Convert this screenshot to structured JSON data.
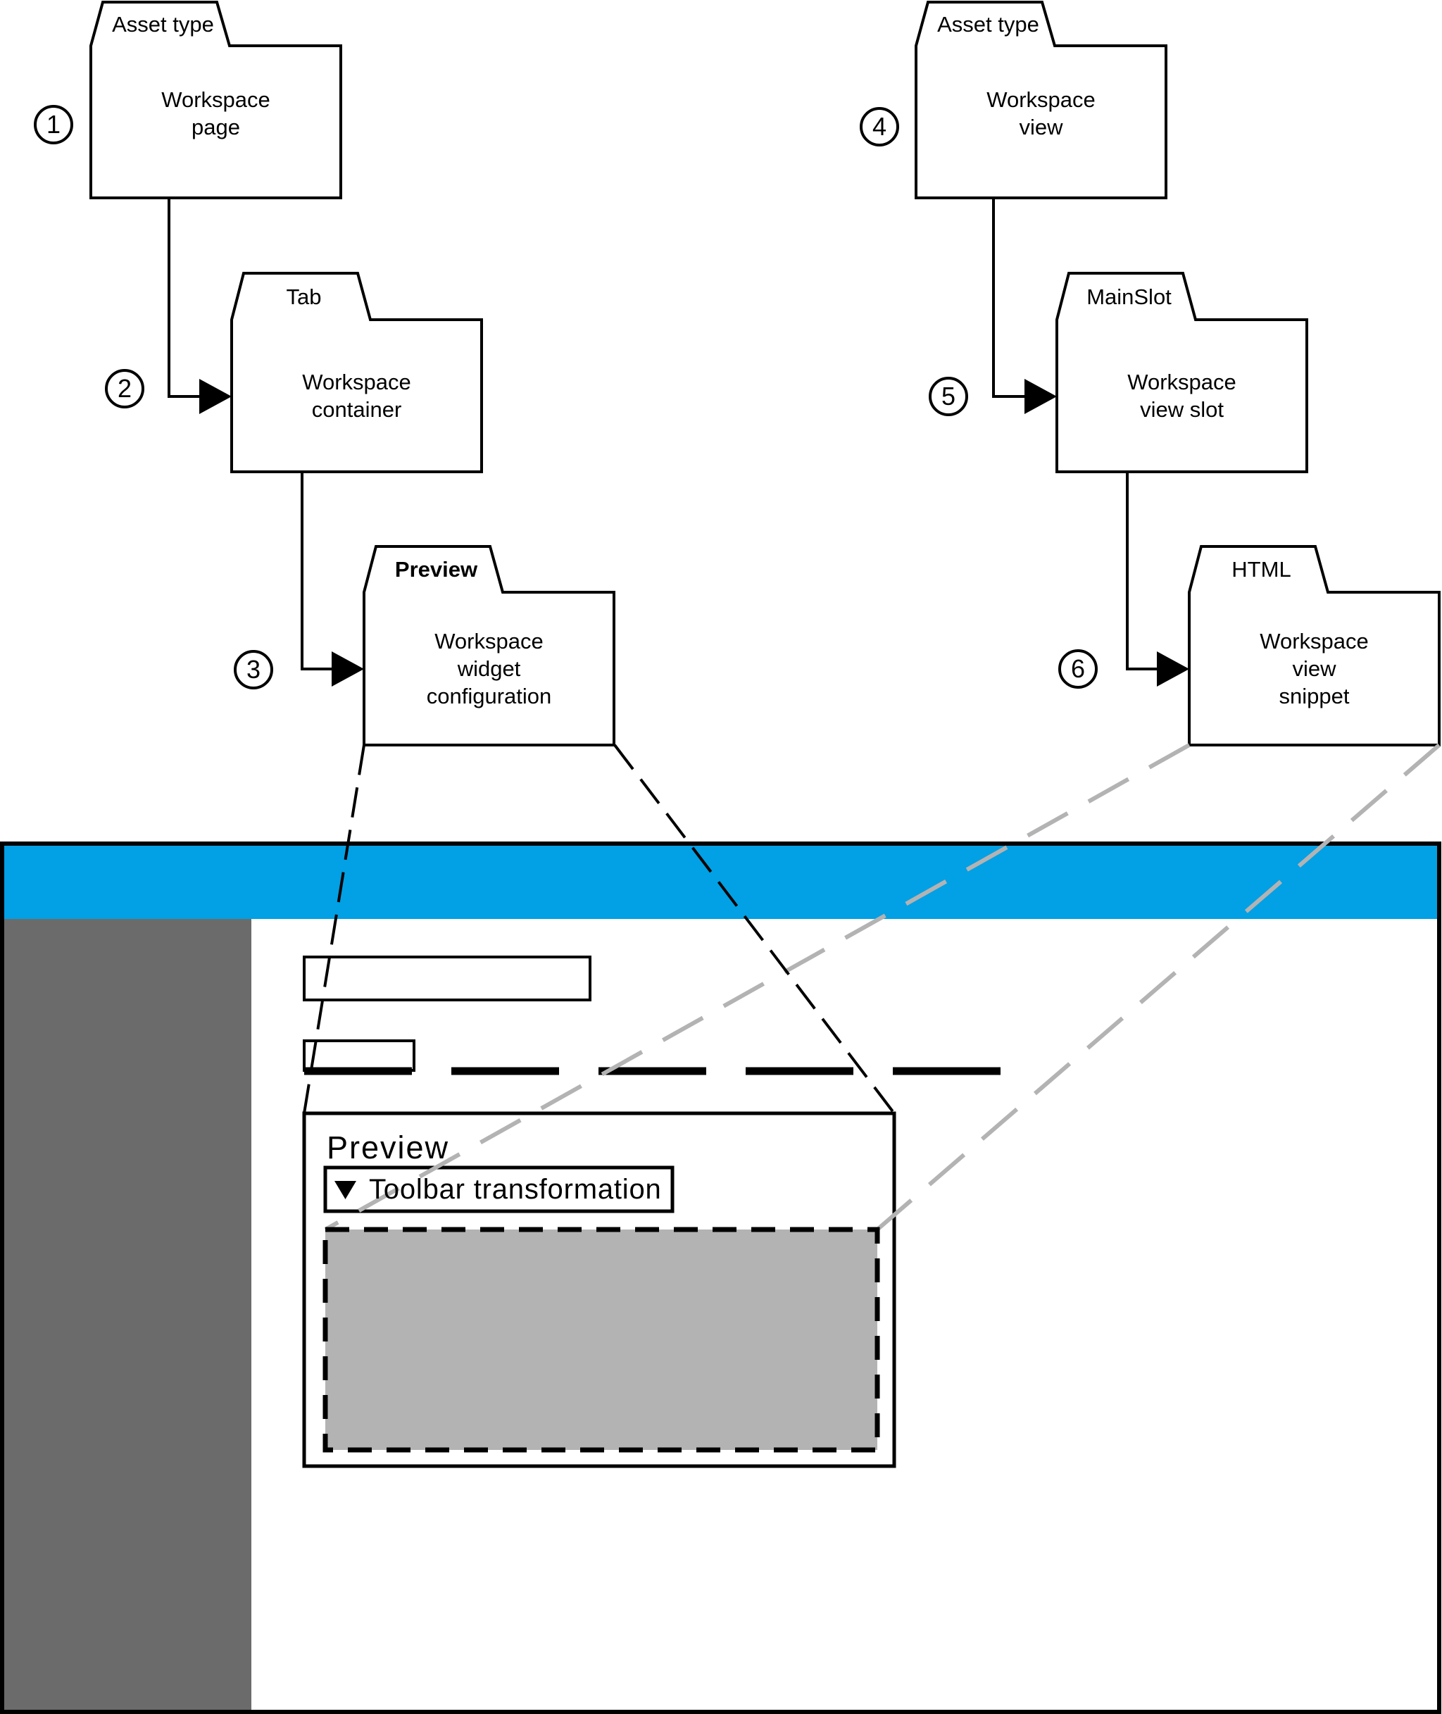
{
  "diagram_title": "Workspace page and workspace view asset structure with preview mapping",
  "colors": {
    "line_black": "#000000",
    "accent_blue": "#02A0E4",
    "sidebar_gray": "#6B6B6B",
    "placeholder_gray": "#B3B3B3",
    "dashed_gray": "#B3B3B3",
    "white": "#FFFFFF"
  },
  "folders": [
    {
      "badge": "1",
      "tab_label": "Asset type",
      "body_label": "Workspace\npage"
    },
    {
      "badge": "2",
      "tab_label": "Tab",
      "body_label": "Workspace\ncontainer"
    },
    {
      "badge": "3",
      "tab_label": "Preview",
      "body_label": "Workspace\nwidget\nconfiguration"
    },
    {
      "badge": "4",
      "tab_label": "Asset type",
      "body_label": "Workspace\nview"
    },
    {
      "badge": "5",
      "tab_label": "MainSlot",
      "body_label": "Workspace\nview slot"
    },
    {
      "badge": "6",
      "tab_label": "HTML",
      "body_label": "Workspace\nview\nsnippet"
    }
  ],
  "browser_mock": {
    "preview_panel": {
      "heading": "Preview",
      "toolbar_button": {
        "icon": "caret-down",
        "label": "Toolbar transformation"
      }
    }
  }
}
